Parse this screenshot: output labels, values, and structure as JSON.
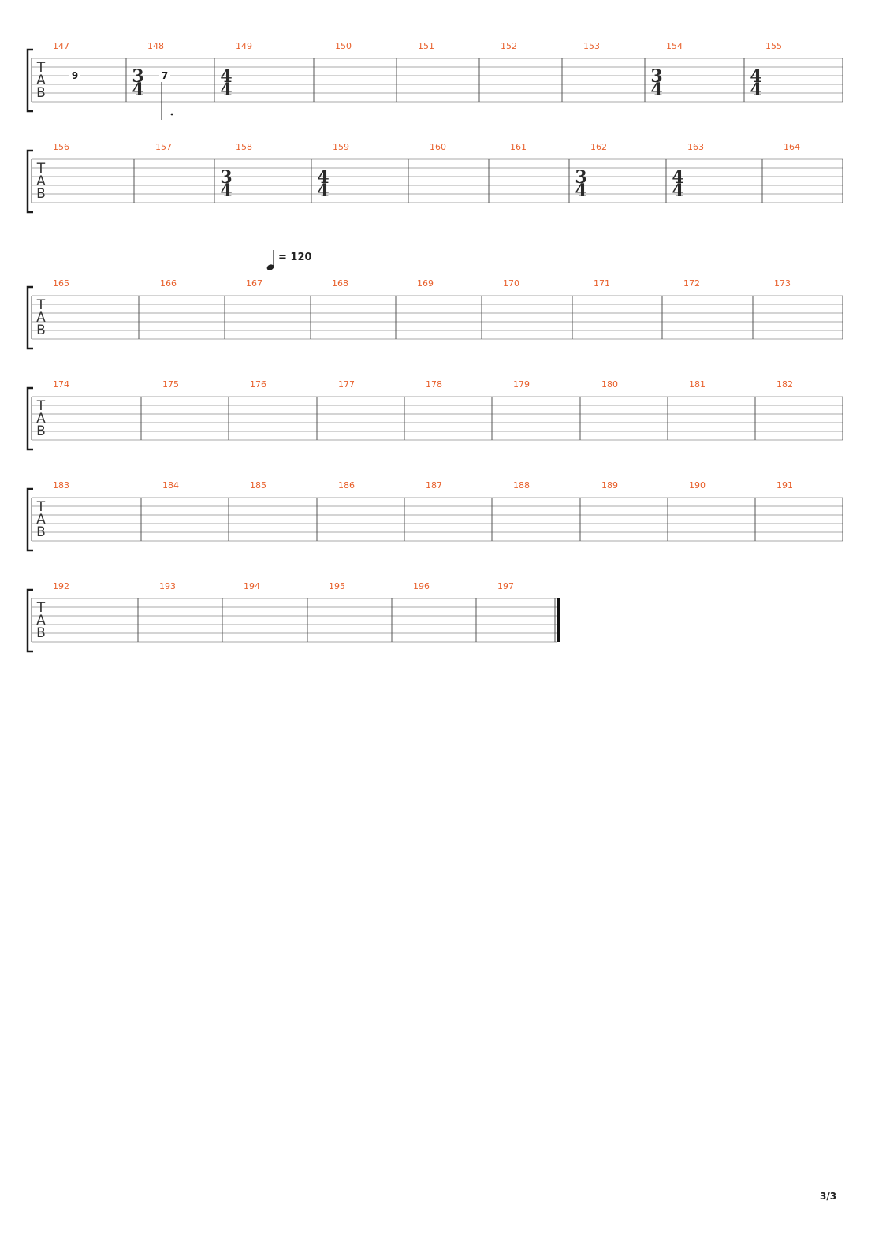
{
  "page": {
    "number": "3/3"
  },
  "tempo": {
    "label": "= 120"
  },
  "tab_letters": [
    "T",
    "A",
    "B"
  ],
  "systems": [
    {
      "measures": [
        {
          "number": "147",
          "notes": [
            {
              "fret": "9"
            }
          ]
        },
        {
          "number": "148",
          "time_signature": [
            "3",
            "4"
          ],
          "notes": [
            {
              "fret": "7"
            }
          ]
        },
        {
          "number": "149",
          "time_signature": [
            "4",
            "4"
          ]
        },
        {
          "number": "150"
        },
        {
          "number": "151"
        },
        {
          "number": "152"
        },
        {
          "number": "153"
        },
        {
          "number": "154",
          "time_signature": [
            "3",
            "4"
          ]
        },
        {
          "number": "155",
          "time_signature": [
            "4",
            "4"
          ]
        }
      ]
    },
    {
      "measures": [
        {
          "number": "156"
        },
        {
          "number": "157"
        },
        {
          "number": "158",
          "time_signature": [
            "3",
            "4"
          ]
        },
        {
          "number": "159",
          "time_signature": [
            "4",
            "4"
          ]
        },
        {
          "number": "160"
        },
        {
          "number": "161"
        },
        {
          "number": "162",
          "time_signature": [
            "3",
            "4"
          ]
        },
        {
          "number": "163",
          "time_signature": [
            "4",
            "4"
          ]
        },
        {
          "number": "164"
        }
      ]
    },
    {
      "measures": [
        {
          "number": "165"
        },
        {
          "number": "166"
        },
        {
          "number": "167"
        },
        {
          "number": "168"
        },
        {
          "number": "169"
        },
        {
          "number": "170"
        },
        {
          "number": "171"
        },
        {
          "number": "172"
        },
        {
          "number": "173"
        }
      ]
    },
    {
      "measures": [
        {
          "number": "174"
        },
        {
          "number": "175"
        },
        {
          "number": "176"
        },
        {
          "number": "177"
        },
        {
          "number": "178"
        },
        {
          "number": "179"
        },
        {
          "number": "180"
        },
        {
          "number": "181"
        },
        {
          "number": "182"
        }
      ]
    },
    {
      "measures": [
        {
          "number": "183"
        },
        {
          "number": "184"
        },
        {
          "number": "185"
        },
        {
          "number": "186"
        },
        {
          "number": "187"
        },
        {
          "number": "188"
        },
        {
          "number": "189"
        },
        {
          "number": "190"
        },
        {
          "number": "191"
        }
      ]
    },
    {
      "measures": [
        {
          "number": "192"
        },
        {
          "number": "193"
        },
        {
          "number": "194"
        },
        {
          "number": "195"
        },
        {
          "number": "196"
        },
        {
          "number": "197"
        }
      ],
      "final_barline": true
    }
  ]
}
